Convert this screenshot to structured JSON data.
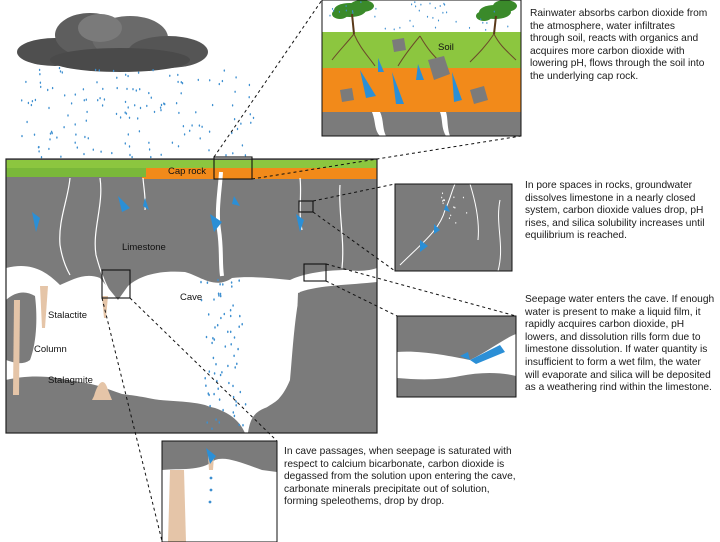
{
  "labels": {
    "soil": "Soil",
    "cap_rock": "Cap rock",
    "limestone": "Limestone",
    "cave": "Cave",
    "stalactite": "Stalactite",
    "column": "Column",
    "stalagmite": "Stalagmite"
  },
  "descriptions": {
    "rainwater": "Rainwater absorbs carbon dioxide from the atmosphere, water infiltrates through soil, reacts with organics and acquires more carbon dioxide with lowering pH, flows through the soil into the underlying cap rock.",
    "pore_spaces": "In pore spaces in rocks, groundwater dissolves limestone in a nearly closed system, carbon dioxide values drop, pH rises, and silica solubility increases until equilibrium is reached.",
    "seepage": "Seepage water enters the cave. If enough water is present to make a liquid film, it rapidly acquires carbon dioxide, pH lowers, and dissolution rills form due to limestone dissolution. If water quantity is insufficient to form a wet film, the water will evaporate and silica will be deposited as a weathering rind within the limestone.",
    "cave_passages": "In cave passages, when seepage is saturated with respect to calcium bicarbonate, carbon dioxide is degassed from the solution upon entering the cave, carbonate minerals precipitate out of solution, forming speleothems, drop by drop."
  },
  "colors": {
    "limestone": "#7a7a7a",
    "cap_rock": "#f28a1a",
    "soil": "#8cc63f",
    "cave": "#ffffff",
    "speleothem": "#e5c5a8",
    "water": "#2b8fd6",
    "cloud": "#5e5e5e"
  }
}
